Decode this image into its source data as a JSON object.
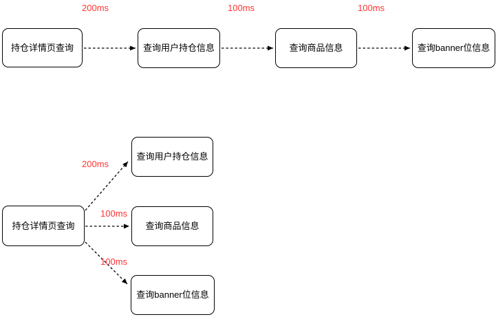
{
  "colors": {
    "background": "#ffffff",
    "node_fill": "#ffffff",
    "node_border": "#000000",
    "node_text": "#000000",
    "latency_label": "#ff3333",
    "edge_stroke": "#000000"
  },
  "serial_flow": {
    "nodes": [
      {
        "label": "持仓详情页查询"
      },
      {
        "label": "查询用户持仓信息"
      },
      {
        "label": "查询商品信息"
      },
      {
        "label": "查询banner位信息"
      }
    ],
    "edges": [
      {
        "from": "持仓详情页查询",
        "to": "查询用户持仓信息",
        "latency": "200ms"
      },
      {
        "from": "查询用户持仓信息",
        "to": "查询商品信息",
        "latency": "100ms"
      },
      {
        "from": "查询商品信息",
        "to": "查询banner位信息",
        "latency": "100ms"
      }
    ]
  },
  "parallel_flow": {
    "source": {
      "label": "持仓详情页查询"
    },
    "targets": [
      {
        "label": "查询用户持仓信息",
        "latency": "200ms"
      },
      {
        "label": "查询商品信息",
        "latency": "100ms"
      },
      {
        "label": "查询banner位信息",
        "latency": "100ms"
      }
    ]
  }
}
